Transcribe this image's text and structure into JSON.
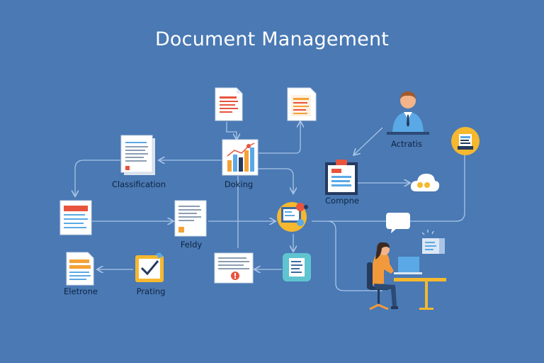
{
  "title": "Document Management",
  "labels": {
    "classification": "Classification",
    "doking": "Doking",
    "actratis": "Actratis",
    "compne": "Compne",
    "feldy": "Feldy",
    "eletrone": "Eletrone",
    "prating": "Prating"
  },
  "colors": {
    "background": "#4a79b4",
    "line": "#a9c4e6",
    "doc_red": "#e8543e",
    "doc_orange": "#f4a237",
    "doc_blue": "#5aa9e6",
    "accent_yellow": "#f5b82e",
    "person_orange": "#f29a3b",
    "dark_navy": "#243a5e"
  }
}
